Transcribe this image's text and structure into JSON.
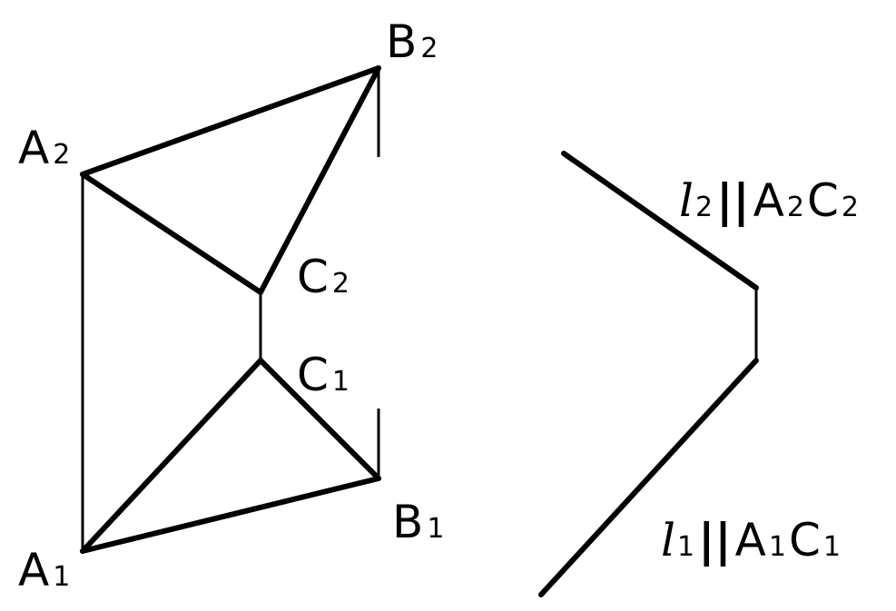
{
  "points": {
    "A2": {
      "letter": "A",
      "index": "2"
    },
    "B2": {
      "letter": "B",
      "index": "2"
    },
    "C2": {
      "letter": "C",
      "index": "2"
    },
    "C1": {
      "letter": "C",
      "index": "1"
    },
    "A1": {
      "letter": "A",
      "index": "1"
    },
    "B1": {
      "letter": "B",
      "index": "1"
    }
  },
  "relations": {
    "top": {
      "line_letter": "l",
      "line_index": "2",
      "parallel_symbol": "||",
      "p1_letter": "A",
      "p1_index": "2",
      "p2_letter": "C",
      "p2_index": "2"
    },
    "bottom": {
      "line_letter": "l",
      "line_index": "1",
      "parallel_symbol": "||",
      "p1_letter": "A",
      "p1_index": "1",
      "p2_letter": "C",
      "p2_index": "1"
    }
  }
}
